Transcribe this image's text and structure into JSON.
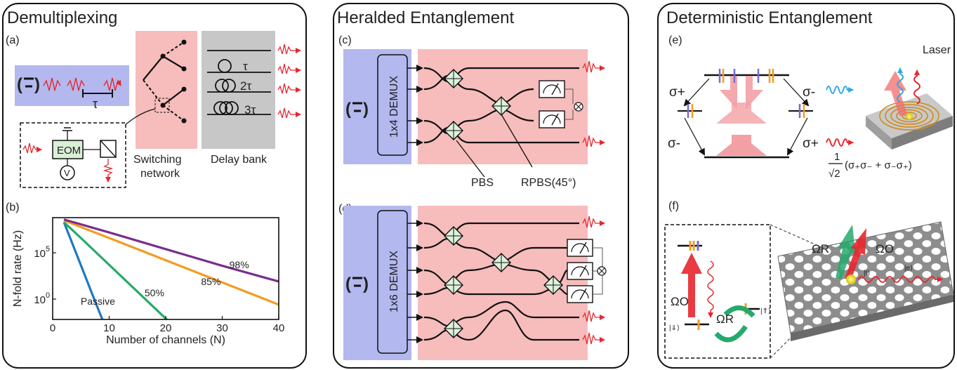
{
  "panels": [
    {
      "title": "Demultiplexing"
    },
    {
      "title": "Heralded Entanglement"
    },
    {
      "title": "Deterministic Entanglement"
    }
  ],
  "labels": {
    "a": "(a)",
    "b": "(b)",
    "c": "(c)",
    "d": "(d)",
    "e": "(e)",
    "f": "(f)",
    "tau": "τ",
    "two_tau": "2τ",
    "three_tau": "3τ",
    "eom": "EOM",
    "v": "V",
    "switching_line1": "Switching",
    "switching_line2": "network",
    "delay_bank": "Delay bank",
    "demux4": "1x4 DEMUX",
    "demux6": "1x6 DEMUX",
    "pbs": "PBS",
    "rpbs": "RPBS(45°)",
    "sigma_plus": "σ+",
    "sigma_minus": "σ-",
    "laser": "Laser",
    "formula_num": "1",
    "formula_den": "√2",
    "formula": "(σ₊σ₋ + σ₋σ₊)",
    "omega_r": "ΩR",
    "omega_o": "ΩO",
    "ket_down": "|⇓⟩",
    "ket_up": "|⇑⟩",
    "ket_t": "|t⟩",
    "ket_e": "|e⟩"
  },
  "colors": {
    "blue_box": "#b3b8ef",
    "pink_box": "#f7bcbc",
    "gray_box": "#c7c7c7",
    "red": "#e8262e",
    "blue": "#33a6e8",
    "purple": "#7a2d8e",
    "orange": "#f39c1f",
    "green": "#26a96c",
    "steelblue": "#1f78c1",
    "splitter": "#ddf2dc"
  },
  "chart_data": {
    "type": "line",
    "xlabel": "Number of channels (N)",
    "ylabel": "N-fold rate (Hz)",
    "xlim": [
      0,
      40
    ],
    "ylog": true,
    "xticks": [
      0,
      10,
      20,
      30,
      40
    ],
    "yticks": [
      {
        "value": 1,
        "label": "10",
        "exp": "0"
      },
      {
        "value": 100000,
        "label": "10",
        "exp": "5"
      }
    ],
    "series": [
      {
        "name": "Passive",
        "color": "#1f78c1",
        "x": [
          2,
          4,
          6,
          8,
          10
        ],
        "log10y": [
          8.3,
          5.2,
          2.1,
          -1.0,
          -4.0
        ]
      },
      {
        "name": "50%",
        "color": "#26a96c",
        "x": [
          2,
          5,
          10,
          15,
          20,
          25
        ],
        "log10y": [
          8.3,
          6.6,
          3.7,
          0.8,
          -2.1,
          -5.0
        ]
      },
      {
        "name": "85%",
        "color": "#f39c1f",
        "x": [
          2,
          10,
          20,
          30,
          40
        ],
        "log10y": [
          8.5,
          6.6,
          4.2,
          1.8,
          -0.6
        ]
      },
      {
        "name": "98%",
        "color": "#7a2d8e",
        "x": [
          2,
          10,
          20,
          30,
          40
        ],
        "log10y": [
          8.6,
          7.2,
          5.4,
          3.6,
          1.9
        ]
      }
    ]
  }
}
